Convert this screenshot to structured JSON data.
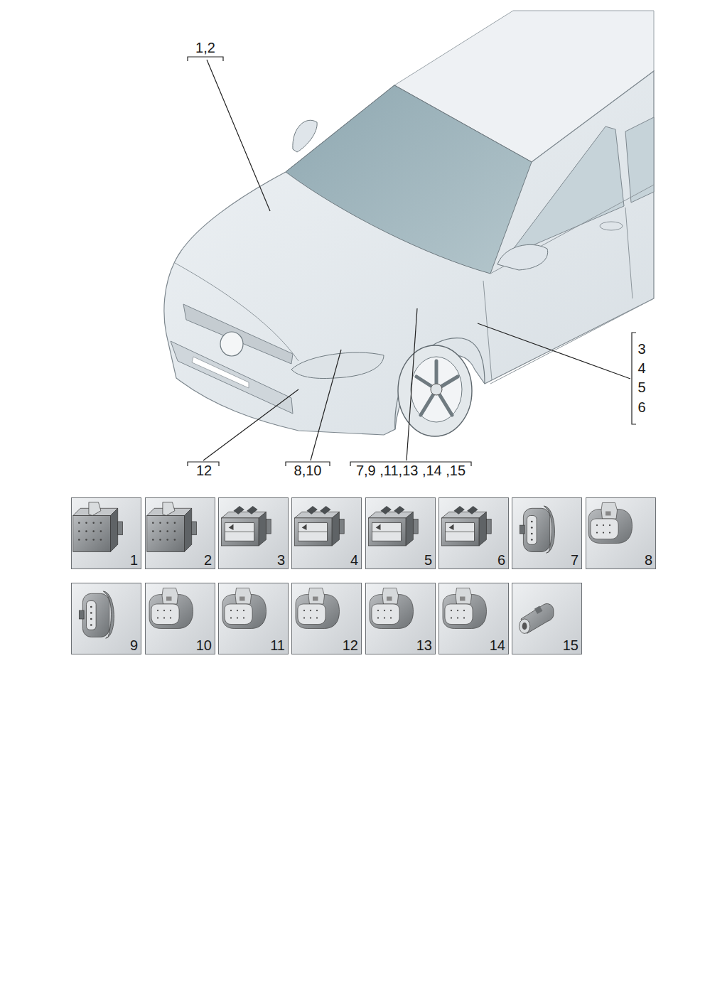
{
  "diagram": {
    "nodes": [
      {
        "text": [
          "1"
        ]
      },
      {
        "text": [
          "2"
        ]
      },
      {
        "text": [
          "3"
        ]
      },
      {
        "text": [
          "4"
        ]
      },
      {
        "text": [
          "5"
        ]
      },
      {
        "text": [
          "6"
        ]
      },
      {
        "text": [
          "7"
        ]
      },
      {
        "text": [
          "8"
        ]
      },
      {
        "text": [
          "9"
        ]
      },
      {
        "text": [
          "10"
        ]
      },
      {
        "text": [
          "11"
        ]
      },
      {
        "text": [
          "12"
        ]
      },
      {
        "text": [
          "13"
        ]
      },
      {
        "text": [
          "14"
        ]
      },
      {
        "text": [
          "15"
        ]
      }
    ],
    "labels": [
      "1,2",
      "3",
      "4",
      "5",
      "6",
      "12",
      "8,10",
      "7,9 ,11,13 ,14 ,15"
    ]
  }
}
